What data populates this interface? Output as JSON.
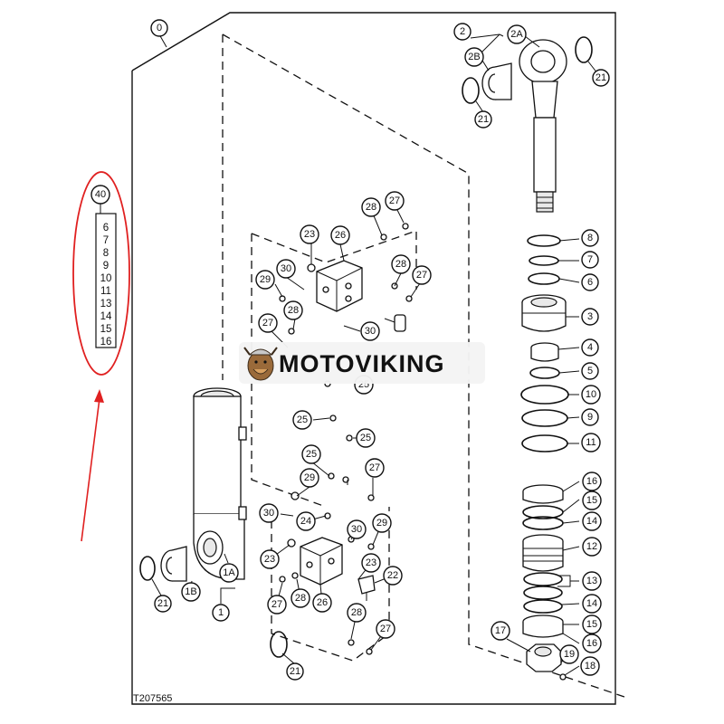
{
  "diagram": {
    "drawing_number": "T207565",
    "watermark_text": "MOTOVIKING",
    "kit": {
      "number": "40",
      "items": [
        "6",
        "7",
        "8",
        "9",
        "10",
        "11",
        "13",
        "14",
        "15",
        "16"
      ]
    },
    "callouts": {
      "c0": "0",
      "c2": "2",
      "c2A": "2A",
      "c2B": "2B",
      "c21a": "21",
      "c21b": "21",
      "c21c": "21",
      "c21d": "21",
      "c8": "8",
      "c7": "7",
      "c6": "6",
      "c3": "3",
      "c4": "4",
      "c5": "5",
      "c10": "10",
      "c9": "9",
      "c11": "11",
      "c16a": "16",
      "c15a": "15",
      "c14a": "14",
      "c12": "12",
      "c13": "13",
      "c14b": "14",
      "c15b": "15",
      "c16b": "16",
      "c17": "17",
      "c18": "18",
      "c19": "19",
      "c1": "1",
      "c1A": "1A",
      "c1B": "1B",
      "c22": "22",
      "c23a": "23",
      "c23b": "23",
      "c23c": "23",
      "c24": "24",
      "c25a": "25",
      "c25b": "25",
      "c25c": "25",
      "c25d": "25",
      "c26a": "26",
      "c26b": "26",
      "c27a": "27",
      "c27b": "27",
      "c27c": "27",
      "c27d": "27",
      "c27e": "27",
      "c27f": "27",
      "c28a": "28",
      "c28b": "28",
      "c28c": "28",
      "c28d": "28",
      "c28e": "28",
      "c29a": "29",
      "c29b": "29",
      "c29c": "29",
      "c30a": "30",
      "c30b": "30",
      "c30c": "30",
      "c30d": "30"
    },
    "colors": {
      "annotation": "#e02020",
      "line": "#111111",
      "watermark_bg": "#f4f4f4"
    }
  }
}
